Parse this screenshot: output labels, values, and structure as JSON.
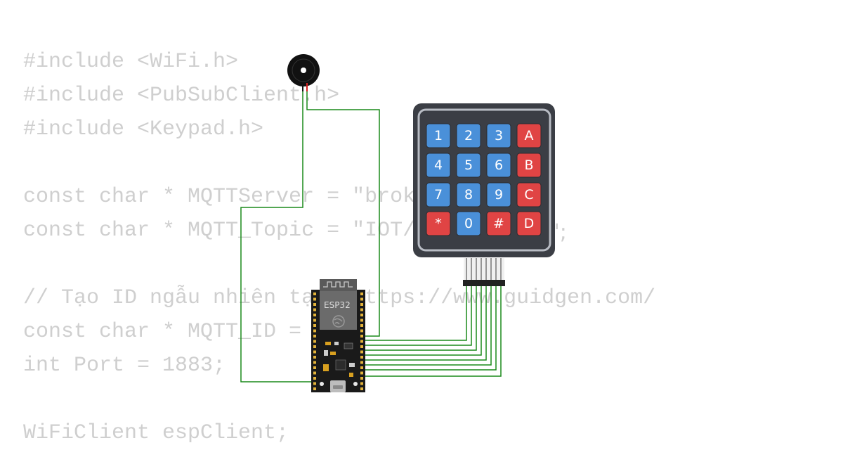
{
  "code_lines": [
    "#include <WiFi.h>",
    "#include <PubSubClient.h>",
    "#include <Keypad.h>",
    "",
    "const char * MQTTServer = \"broker.e",
    "const char * MQTT_Topic = \"IOT/Phat",
    "",
    "// Tạo ID ngẫu nhiên tại: https://www.guidgen.com/",
    "const char * MQTT_ID = \"\";",
    "int Port = 1883;",
    "",
    "WiFiClient espClient;"
  ],
  "code_fragment_after_keypad": "\";",
  "board": {
    "label": "ESP32"
  },
  "keypad": {
    "keys": [
      {
        "label": "1",
        "kind": "number"
      },
      {
        "label": "2",
        "kind": "number"
      },
      {
        "label": "3",
        "kind": "number"
      },
      {
        "label": "A",
        "kind": "letter"
      },
      {
        "label": "4",
        "kind": "number"
      },
      {
        "label": "5",
        "kind": "number"
      },
      {
        "label": "6",
        "kind": "number"
      },
      {
        "label": "B",
        "kind": "letter"
      },
      {
        "label": "7",
        "kind": "number"
      },
      {
        "label": "8",
        "kind": "number"
      },
      {
        "label": "9",
        "kind": "number"
      },
      {
        "label": "C",
        "kind": "letter"
      },
      {
        "label": "*",
        "kind": "letter"
      },
      {
        "label": "0",
        "kind": "number"
      },
      {
        "label": "#",
        "kind": "letter"
      },
      {
        "label": "D",
        "kind": "letter"
      }
    ]
  },
  "colors": {
    "code_text": "#cfcfcf",
    "wire": "#1a8a1a",
    "key_number": "#4a90d9",
    "key_letter": "#e04444",
    "keypad_body": "#3b3e45",
    "board_pcb": "#1a1a1a",
    "buzzer": "#111111"
  }
}
